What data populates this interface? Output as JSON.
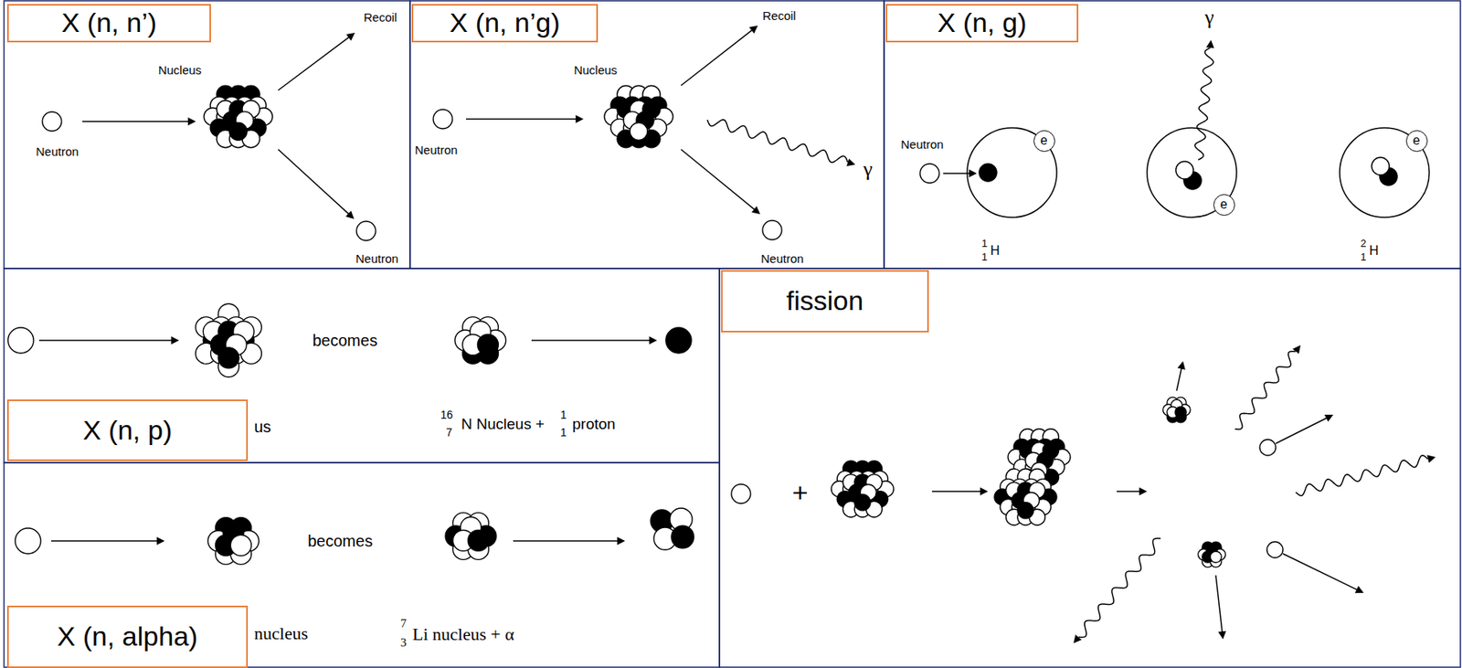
{
  "diagram": {
    "nodes": [
      {
        "text": [
          "X (n, n’)"
        ]
      },
      {
        "text": [
          "X (n, n’g)"
        ]
      },
      {
        "text": [
          "X (n, g)"
        ]
      },
      {
        "text": [
          "e"
        ]
      },
      {
        "text": [
          "e"
        ]
      },
      {
        "text": [
          "e"
        ]
      },
      {
        "text": [
          "fission"
        ]
      },
      {
        "text": [
          "X (n, p)"
        ]
      },
      {
        "text": [
          "X (n, alpha)"
        ]
      }
    ],
    "labels": [
      "Recoil",
      "Nucleus",
      "Neutron",
      "Neutron",
      "Recoil",
      "Nucleus",
      "Neutron",
      "γ",
      "Neutron",
      "γ",
      "Neutron",
      "1",
      "1",
      "H",
      "2",
      "1",
      "H",
      "becomes",
      "us",
      "16",
      "7",
      "N Nucleus +",
      "1",
      "1",
      "proton",
      "becomes",
      "nucleus",
      "7",
      "3",
      "Li nucleus + α",
      "+"
    ]
  }
}
